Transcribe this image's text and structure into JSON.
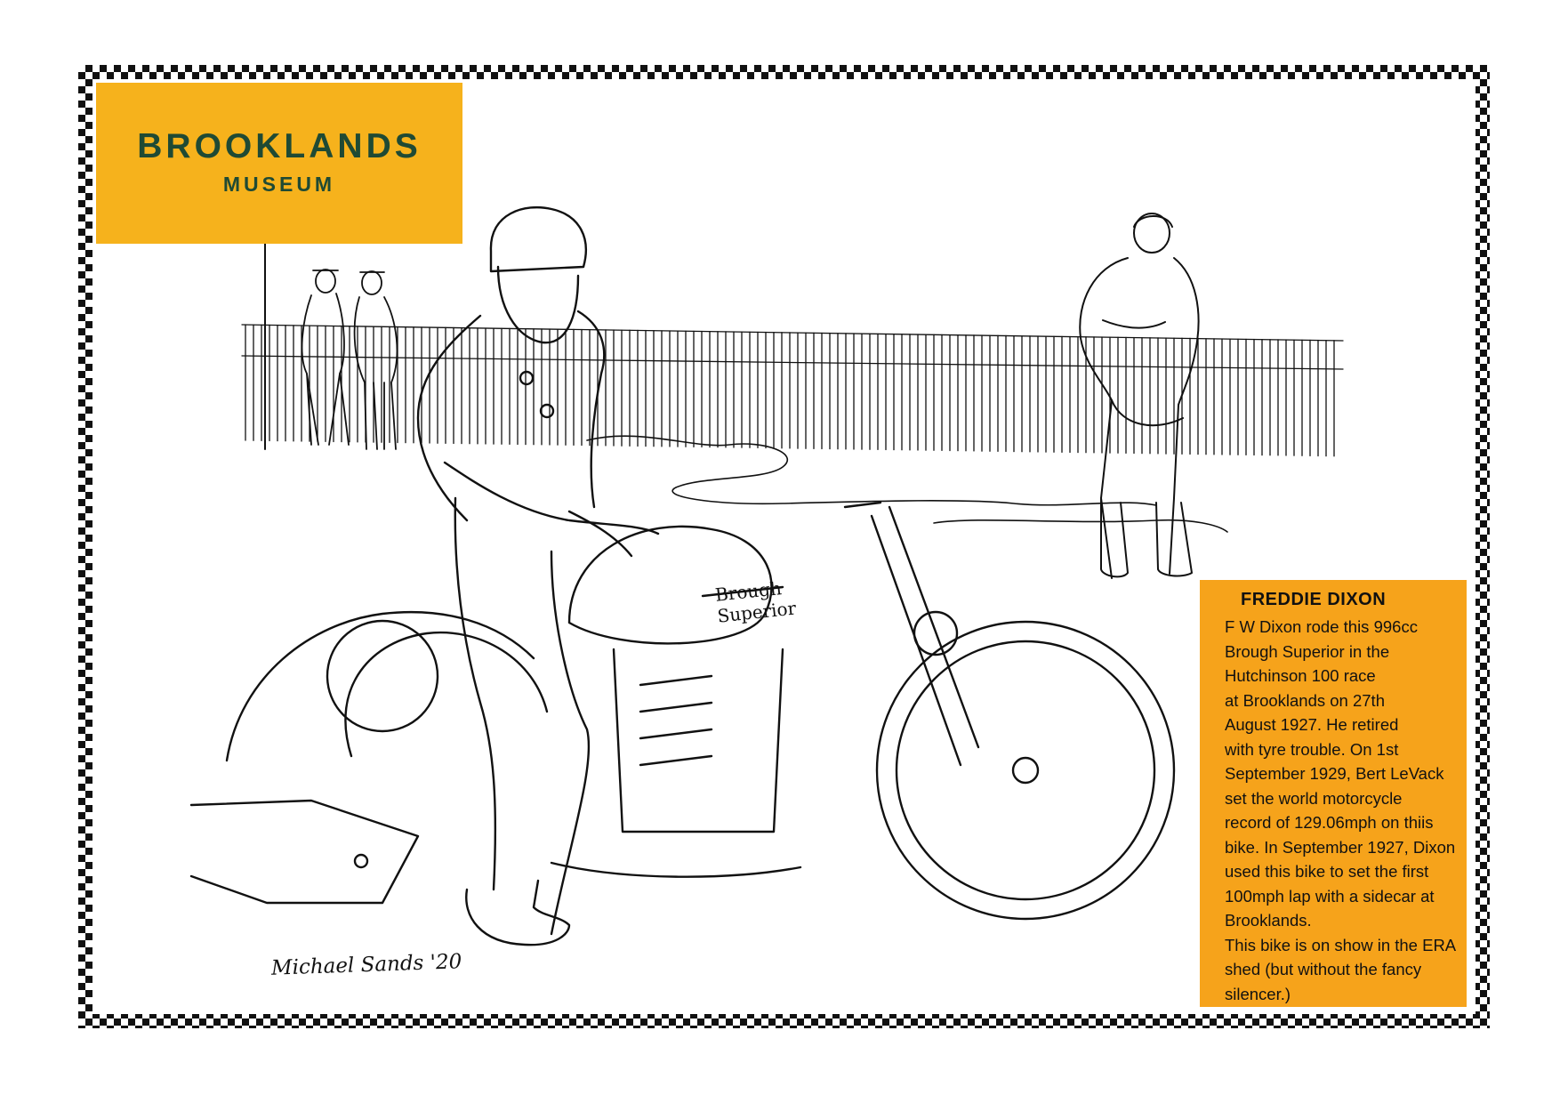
{
  "logo": {
    "title": "BROOKLANDS",
    "subtitle": "MUSEUM"
  },
  "signature": "Michael Sands '20",
  "info": {
    "title": "FREDDIE DIXON",
    "lines": [
      "F W Dixon rode this 996cc",
      "Brough Superior in the",
      "Hutchinson 100 race",
      "at Brooklands on 27th",
      "August 1927. He retired",
      "with tyre trouble.  On 1st",
      "September 1929, Bert LeVack",
      "set the world motorcycle",
      "record of 129.06mph on thiis",
      "bike. In September 1927, Dixon",
      "used this bike to set the first",
      "100mph lap with a sidecar at",
      "Brooklands.",
      "This bike is on show in the ERA",
      "shed (but without the fancy",
      "silencer.)"
    ]
  },
  "tank_text": "Brough Superior",
  "colors": {
    "logo_bg": "#f6b21c",
    "logo_text": "#1f4a34",
    "info_bg": "#f6a31b",
    "frame": "#111111"
  }
}
